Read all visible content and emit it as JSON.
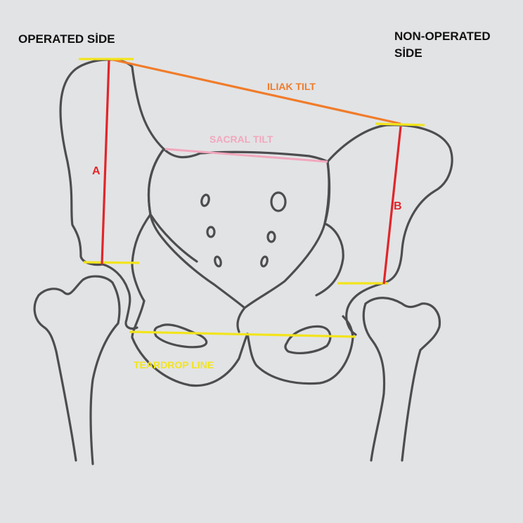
{
  "labels": {
    "operated_side": "OPERATED SİDE",
    "non_operated_side": "NON-OPERATED SİDE",
    "iliak_tilt": "ILIAK TILT",
    "sacral_tilt": "SACRAL TILT",
    "teardrop_line": "TEARDROP LINE",
    "measure_a": "A",
    "measure_b": "B"
  },
  "colors": {
    "background": "#e2e3e5",
    "bone_outline": "#4d4d4f",
    "iliak_tilt": "#f07c2a",
    "sacral_tilt": "#f2a7bd",
    "teardrop_line": "#f2e41c",
    "height_lines": "#e0262a",
    "reference_lines": "#f2e41c"
  }
}
